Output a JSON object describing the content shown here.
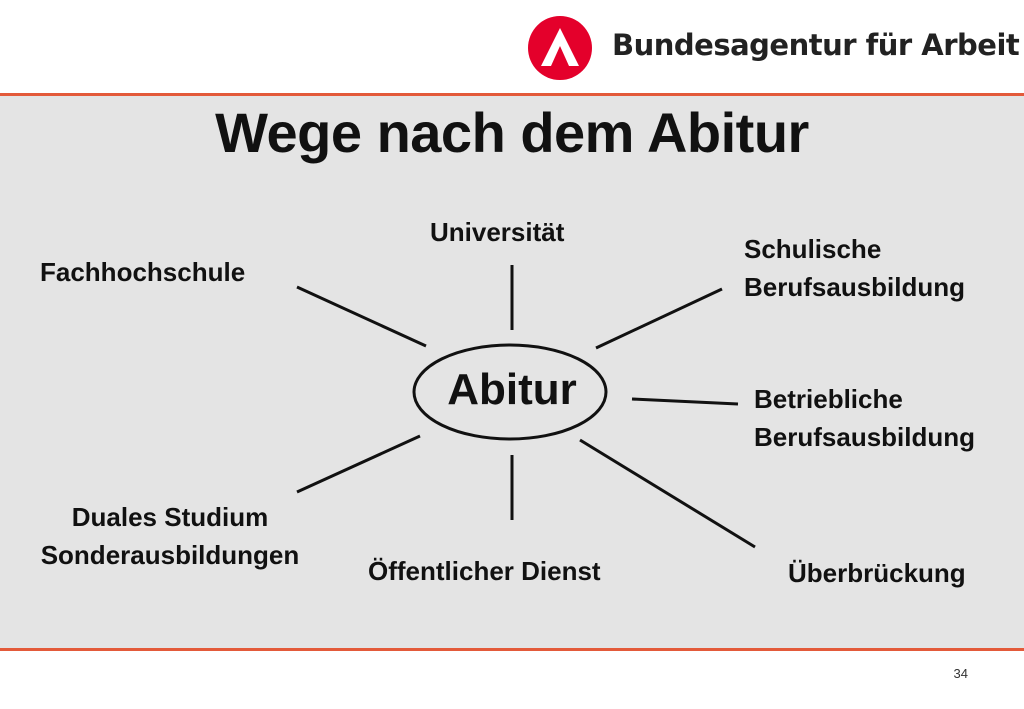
{
  "header": {
    "brand_name": "Bundesagentur für Arbeit",
    "logo_icon": "ba-triangle-logo-icon",
    "accent_color": "#e4002b"
  },
  "slide": {
    "title": "Wege nach dem Abitur",
    "page_number": "34"
  },
  "diagram": {
    "center": "Abitur",
    "branches": [
      {
        "id": "universitaet",
        "lines": [
          "Universität"
        ]
      },
      {
        "id": "fachhochschule",
        "lines": [
          "Fachhochschule"
        ]
      },
      {
        "id": "schulische",
        "lines": [
          "Schulische",
          "Berufsausbildung"
        ]
      },
      {
        "id": "betriebliche",
        "lines": [
          "Betriebliche",
          "Berufsausbildung"
        ]
      },
      {
        "id": "ueberbrueckung",
        "lines": [
          "Überbrückung"
        ]
      },
      {
        "id": "oeffentlich",
        "lines": [
          "Öffentlicher Dienst"
        ]
      },
      {
        "id": "duales",
        "lines": [
          "Duales Studium",
          "Sonderausbildungen"
        ]
      }
    ]
  }
}
